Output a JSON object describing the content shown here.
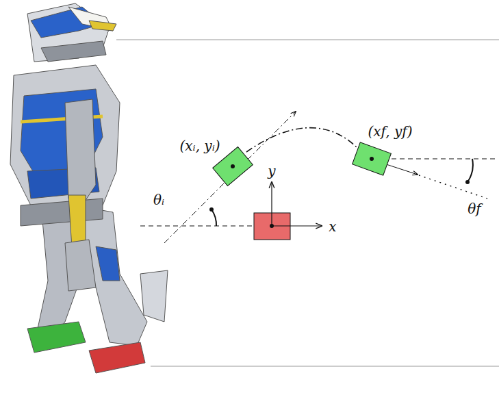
{
  "diagram": {
    "labels": [
      "(xᵢ, yᵢ)",
      "θᵢ",
      "y",
      "x",
      "(xf, yf)",
      "θf"
    ]
  }
}
